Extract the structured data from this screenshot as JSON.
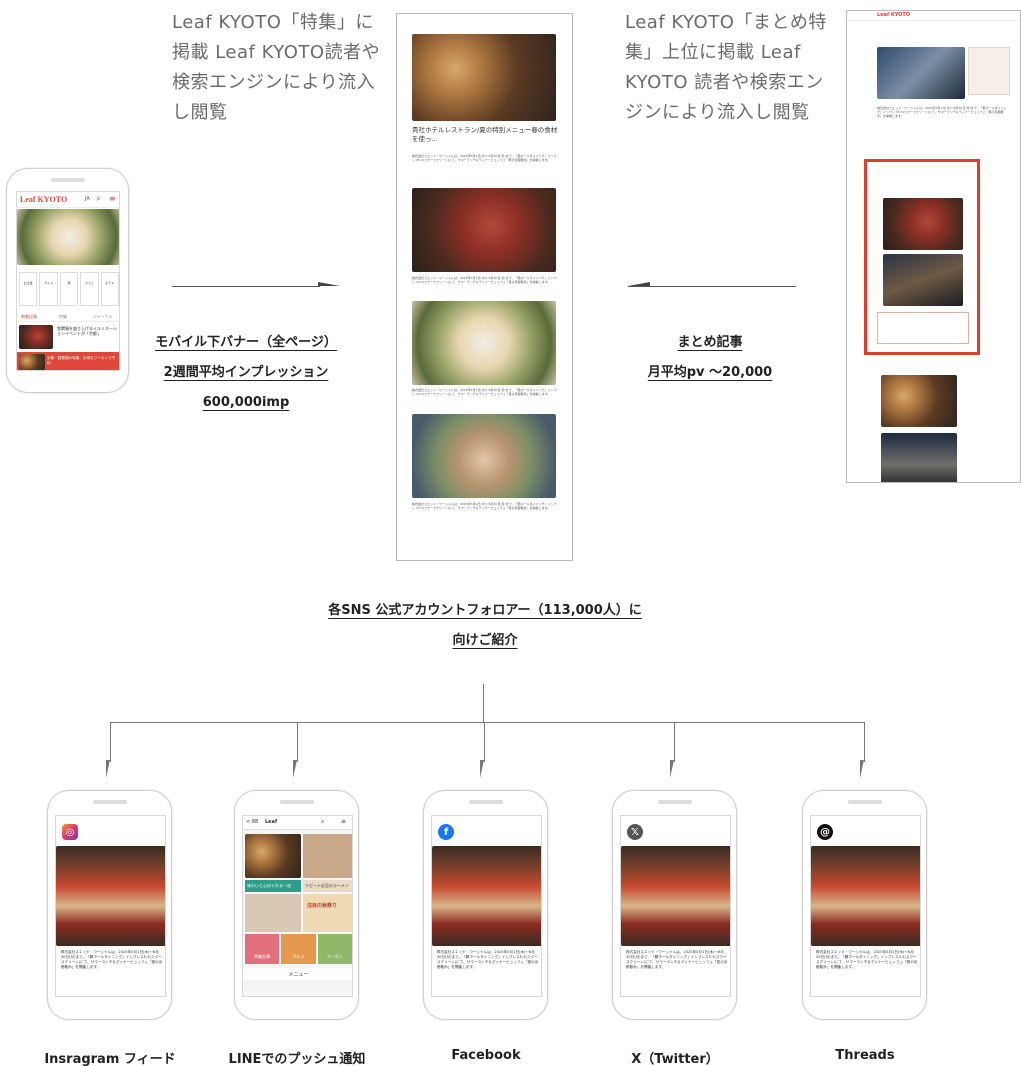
{
  "captions": {
    "tokushu": "Leaf KYOTO「特集」に掲載 Leaf KYOTO読者や検索エンジンにより流入し閲覧",
    "matome": "Leaf KYOTO「まとめ特集」上位に掲載 Leaf KYOTO 読者や検索エンジンにより流入し閲覧"
  },
  "labels": {
    "mobile_banner_1": "モバイル下バナー（全ページ）",
    "mobile_banner_2": "2週間平均インプレッション",
    "mobile_banner_3": "600,000imp",
    "matome_1": "まとめ記事",
    "matome_2": "月平均pv 〜20,000",
    "sns_1": "各SNS 公式アカウントフォロアー（113,000人）に",
    "sns_2": "向けご紹介"
  },
  "mobile_phone": {
    "logo": "Leaf KYOTO",
    "header_tag": "JA",
    "icons": [
      "お土産",
      "グルメ",
      "旅",
      "カフェ",
      "ホテル"
    ],
    "tab1": "新着記事",
    "tab2": "特集",
    "tab3": "ジャーナル",
    "ad_text": "牧閑庵を盛り上げるイルミネーションイベントが「京都」",
    "banner_text": "京都・琵琶湖の特集、お得なクーポンで予約"
  },
  "article": {
    "title": "貴社ホテルレストラン/夏の特別メニュー春の食材を使っ...",
    "body": "株式会社スエッド・ワーシャルは、2025年5月1日(木)～6月30日(月)まで、「鶴ホールダイニング」インプレス5-3(スクースクリーン)にて、サマーランチ＆ディナービュッフェ「夏の京都散歩」を開催します。"
  },
  "sns": [
    {
      "name": "Insragram フィード",
      "color": "#d6366e",
      "icon": "instagram-icon",
      "glyph": "◎"
    },
    {
      "name": "LINEでのプッシュ通知",
      "color": "#06c755",
      "icon": "line-icon",
      "glyph": ""
    },
    {
      "name": "Facebook",
      "color": "#1877f2",
      "icon": "facebook-icon",
      "glyph": "f"
    },
    {
      "name": "X（Twitter）",
      "color": "#222222",
      "icon": "x-icon",
      "glyph": "𝕏"
    },
    {
      "name": "Threads",
      "color": "#111111",
      "icon": "threads-icon",
      "glyph": "@"
    }
  ],
  "sns_post_text": "株式会社スエッド・ワーシャルは、2025年5月1日(木)～6月30日(月)まで、「鶴ホールダイニング」インプレス5-3(スクースクリーン)にて、サマーランチ＆ディナービュッフェ「夏の京都散歩」を開催します。",
  "line_phone": {
    "header": "Leaf",
    "back": "< 88",
    "card1": "味わいと心ほぐれる一皿",
    "card2": "リピート必至のラーメン",
    "card3": "注目の秋祭り",
    "menu": "メニュー",
    "btn1": "特集記事",
    "btn2": "グルメ",
    "btn3": "クーポン"
  }
}
